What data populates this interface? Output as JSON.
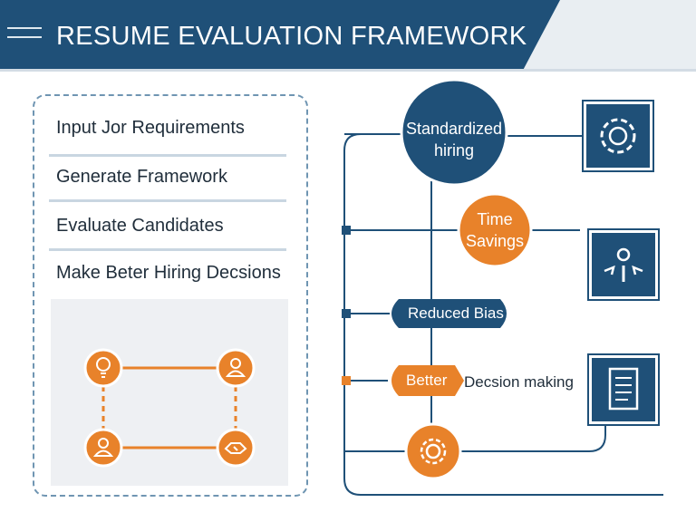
{
  "header": {
    "title": "RESUME EVALUATION FRAMEWORK"
  },
  "steps": [
    "Input Jor Requirements",
    "Generate Framework",
    "Evaluate Candidates",
    "Make Beter Hiring Decsions"
  ],
  "flow_icons": [
    "lightbulb-icon",
    "user-icon",
    "user-icon",
    "handshake-icon"
  ],
  "benefits": {
    "standardized": "Standardized hiring",
    "time_savings": "Time Savings",
    "reduced_bias": "Reduced Bias",
    "better": "Better",
    "decision_making": "Decsion making"
  },
  "side_icons": [
    "gear-icon",
    "person-flow-icon",
    "checklist-icon",
    "gear-icon"
  ],
  "colors": {
    "navy": "#1f5078",
    "orange": "#e8822a",
    "light": "#e9eef2"
  }
}
